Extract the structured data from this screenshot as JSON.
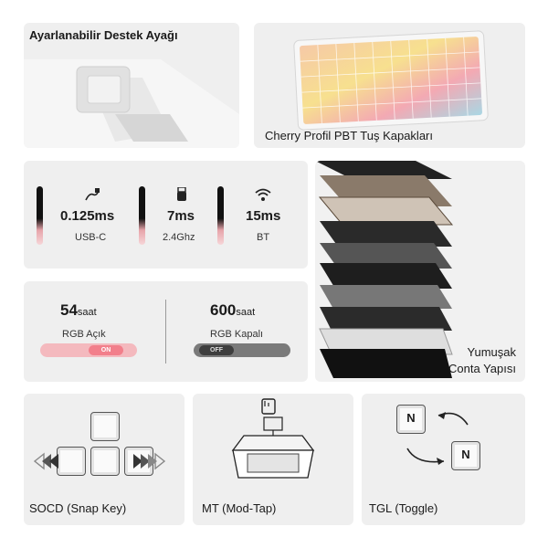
{
  "stand": {
    "title": "Ayarlanabilir Destek Ayağı"
  },
  "keycaps": {
    "title": "Cherry Profil PBT Tuş Kapakları"
  },
  "latency": [
    {
      "value": "0.125ms",
      "label": "USB-C",
      "icon": "cable-icon"
    },
    {
      "value": "7ms",
      "label": "2.4Ghz",
      "icon": "usb-dongle-icon"
    },
    {
      "value": "15ms",
      "label": "BT",
      "icon": "wifi-icon"
    }
  ],
  "battery": {
    "on": {
      "hours": "54",
      "unit": "saat",
      "label": "RGB Açık",
      "toggle": "ON",
      "color": "#f4b9be"
    },
    "off": {
      "hours": "600",
      "unit": "saat",
      "label": "RGB Kapalı",
      "toggle": "OFF",
      "color": "#7a7a7a"
    }
  },
  "gasket": {
    "line1": "Yumuşak",
    "line2": "Conta Yapısı"
  },
  "features": [
    {
      "title": "SOCD (Snap Key)",
      "icon": "arrow-keys-icon"
    },
    {
      "title": "MT (Mod-Tap)",
      "icon": "switch-press-icon"
    },
    {
      "title": "TGL (Toggle)",
      "icon": "toggle-keys-icon",
      "key_letter": "N"
    }
  ],
  "colors": {
    "card": "#efefef",
    "accent": "#f4b9be",
    "dark": "#111111"
  }
}
